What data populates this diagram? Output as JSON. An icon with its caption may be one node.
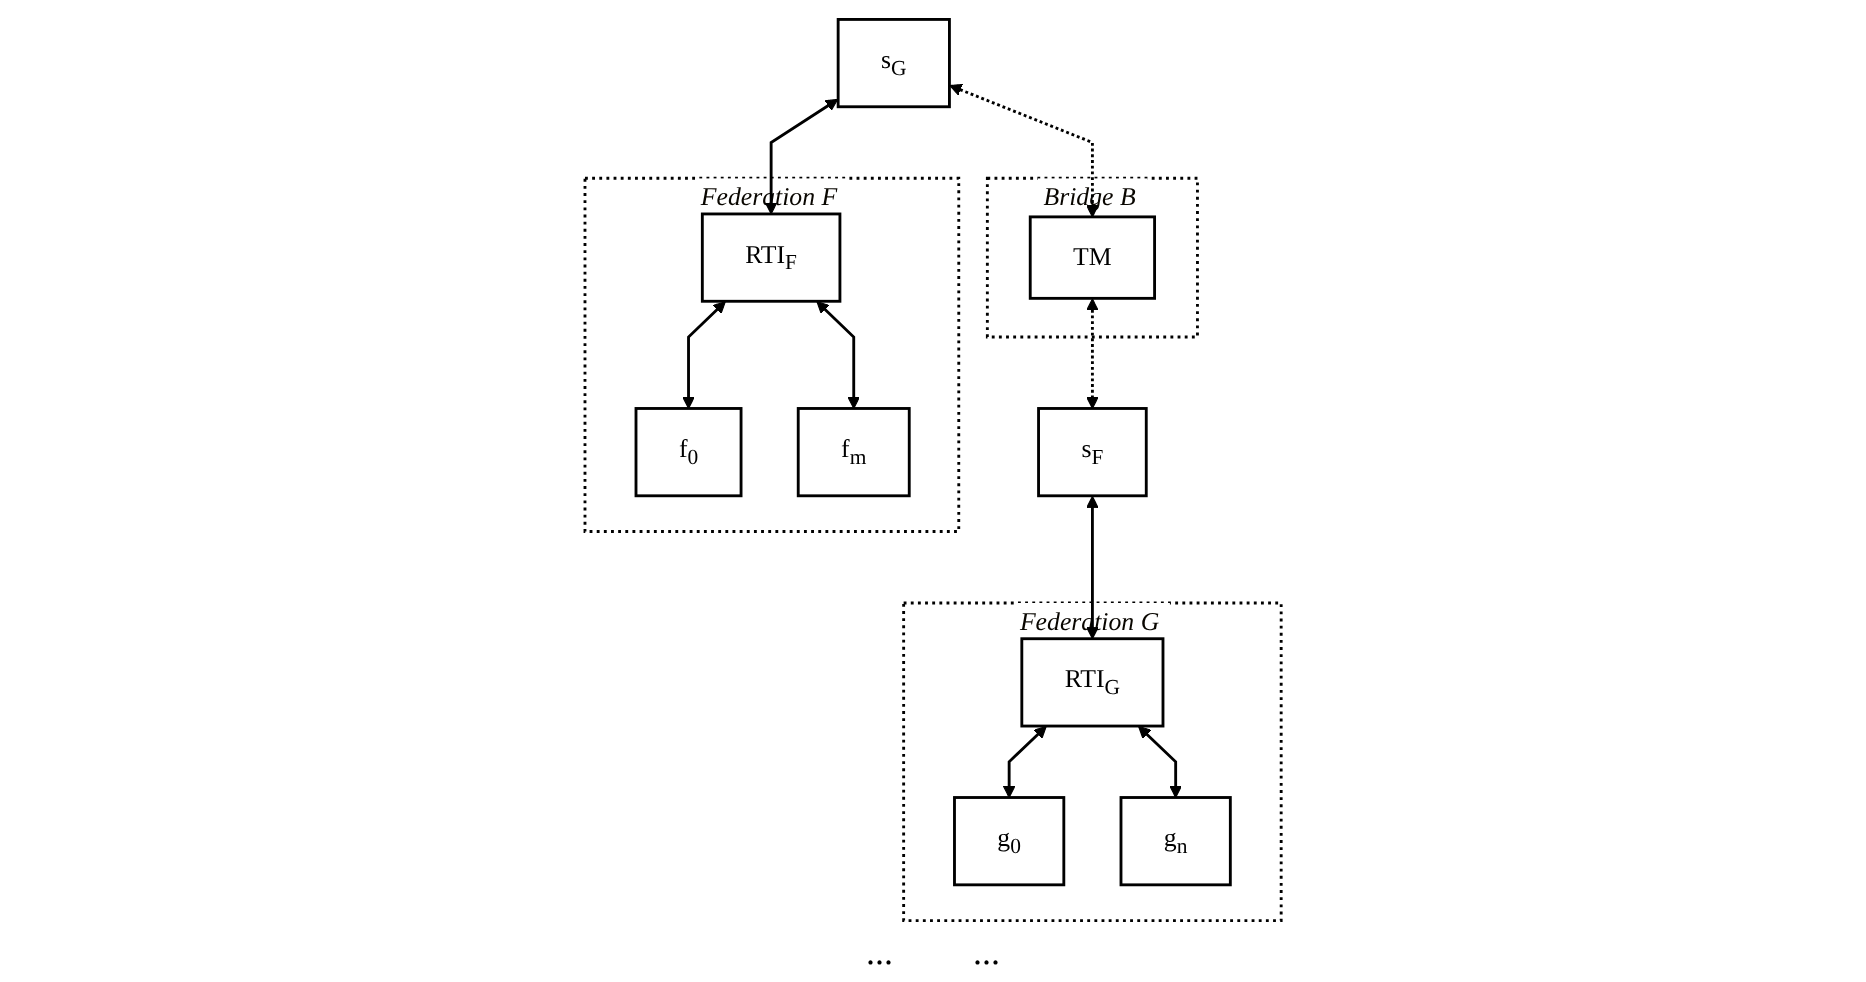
{
  "diagram": {
    "nodes": [
      {
        "text": [
          "Federation F"
        ]
      },
      {
        "text": [
          "Bridge B"
        ]
      },
      {
        "text": [
          "Federation G"
        ]
      },
      {
        "text": [
          "s$_{G}$"
        ]
      },
      {
        "text": [
          "TM"
        ],
        "in": 1
      },
      {
        "text": [
          "s$_{F}$"
        ]
      },
      {
        "text": [
          "RTI$_{F}$"
        ],
        "in": 0
      },
      {
        "text": [
          "RTI$_{G}$"
        ],
        "in": 2
      },
      {
        "text": [
          "f$_{0}$"
        ],
        "in": 0
      },
      {
        "text": [
          "f$_{m}$"
        ],
        "in": 0
      },
      {
        "text": [
          "g$_{0}$"
        ],
        "in": 2
      },
      {
        "text": [
          "g$_{n}$"
        ],
        "in": 2
      }
    ],
    "edges": [
      {
        "from": 3,
        "to": 4,
        "arrow": "both",
        "style": "dashed"
      },
      {
        "from": 4,
        "to": 5,
        "arrow": "both",
        "style": "dashed"
      },
      {
        "from": 3,
        "to": 6,
        "arrow": "both"
      },
      {
        "from": 6,
        "to": 8,
        "arrow": "both"
      },
      {
        "from": 6,
        "to": 9,
        "arrow": "both"
      },
      {
        "from": 5,
        "to": 7,
        "arrow": "both"
      },
      {
        "from": 7,
        "to": 10,
        "arrow": "both"
      },
      {
        "from": 7,
        "to": 11,
        "arrow": "both"
      }
    ],
    "labels": [
      "...",
      "..."
    ]
  }
}
